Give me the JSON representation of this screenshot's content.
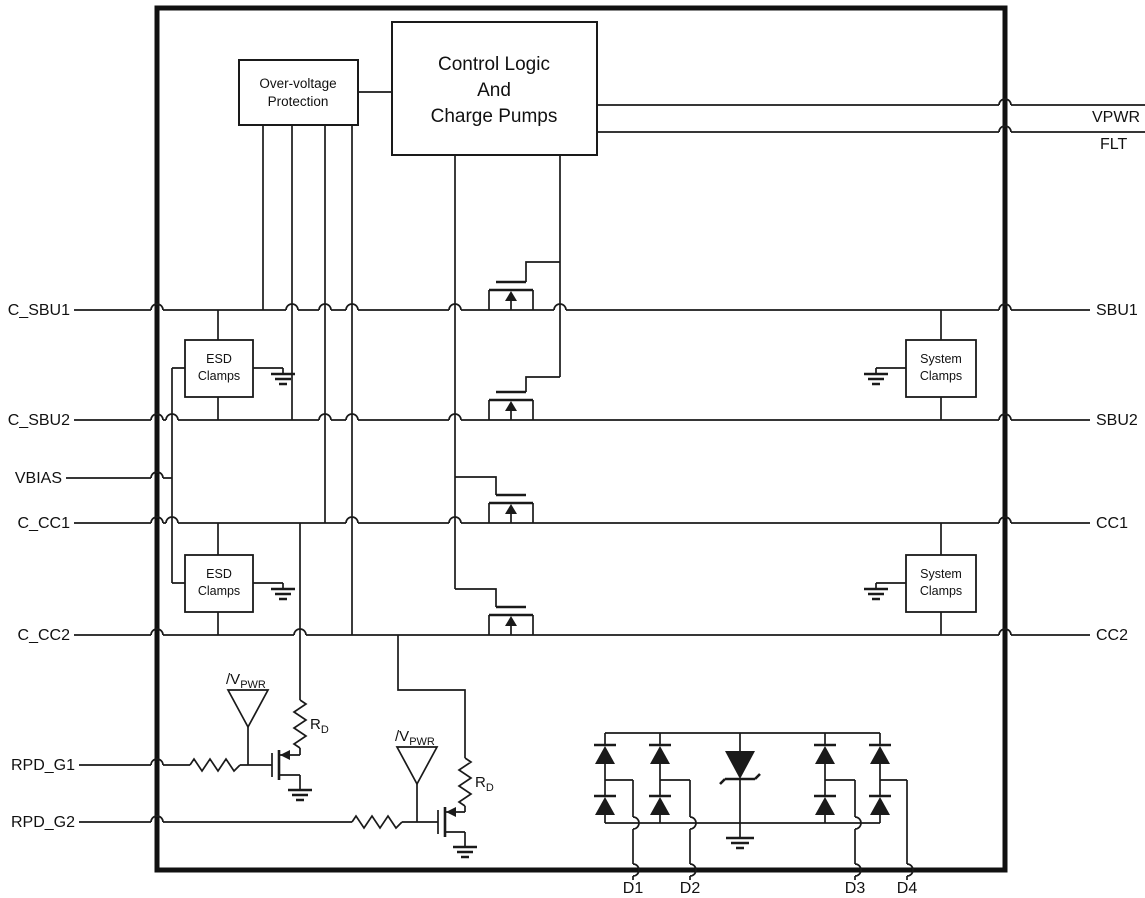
{
  "blocks": {
    "control": [
      "Control Logic",
      "And",
      "Charge Pumps"
    ],
    "ovp": [
      "Over-voltage",
      "Protection"
    ],
    "esd": [
      "ESD",
      "Clamps"
    ],
    "system": [
      "System",
      "Clamps"
    ]
  },
  "pins": {
    "left": {
      "c_sbu1": "C_SBU1",
      "c_sbu2": "C_SBU2",
      "vbias": "VBIAS",
      "c_cc1": "C_CC1",
      "c_cc2": "C_CC2",
      "rpd_g1": "RPD_G1",
      "rpd_g2": "RPD_G2"
    },
    "right": {
      "vpwr": "VPWR",
      "flt": "FLT",
      "sbu1": "SBU1",
      "sbu2": "SBU2",
      "cc1": "CC1",
      "cc2": "CC2"
    },
    "bottom": {
      "d1": "D1",
      "d2": "D2",
      "d3": "D3",
      "d4": "D4"
    }
  },
  "labels": {
    "vpwr_gate": {
      "base": "/V",
      "sub": "PWR"
    },
    "rd": {
      "base": "R",
      "sub": "D"
    }
  },
  "colors": {
    "line": "#1a1a1a",
    "background": "#ffffff"
  }
}
